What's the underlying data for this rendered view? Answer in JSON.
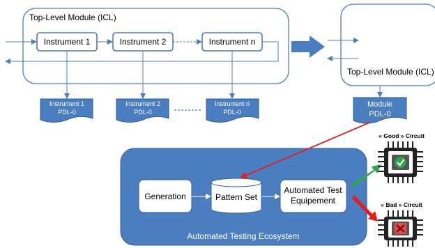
{
  "icl": {
    "title": "Top-Level Module (ICL)",
    "instruments": [
      "Instrument 1",
      "Instrument 2",
      "Instrument n"
    ]
  },
  "pdl_docs": [
    {
      "line1": "Instrument 1",
      "line2": "PDL-0"
    },
    {
      "line1": "Instrument 2",
      "line2": "PDL-0"
    },
    {
      "line1": "Instrument n",
      "line2": "PDL-0"
    }
  ],
  "top_module": {
    "label": "Top-Level Module (ICL)",
    "doc_line1": "Module",
    "doc_line2": "PDL-0"
  },
  "ecosystem": {
    "title": "Automated Testing Ecosystem",
    "generation": "Generation",
    "pattern_set": "Pattern Set",
    "ate_line1": "Automated Test",
    "ate_line2": "Equipement"
  },
  "circuits": {
    "good_label": "« Good » Circuit",
    "bad_label": "« Bad » Circuit"
  },
  "colors": {
    "blue": "#4A7EC0",
    "blue_dark": "#2F5D97",
    "green": "#2EA84A",
    "red": "#E02020"
  }
}
